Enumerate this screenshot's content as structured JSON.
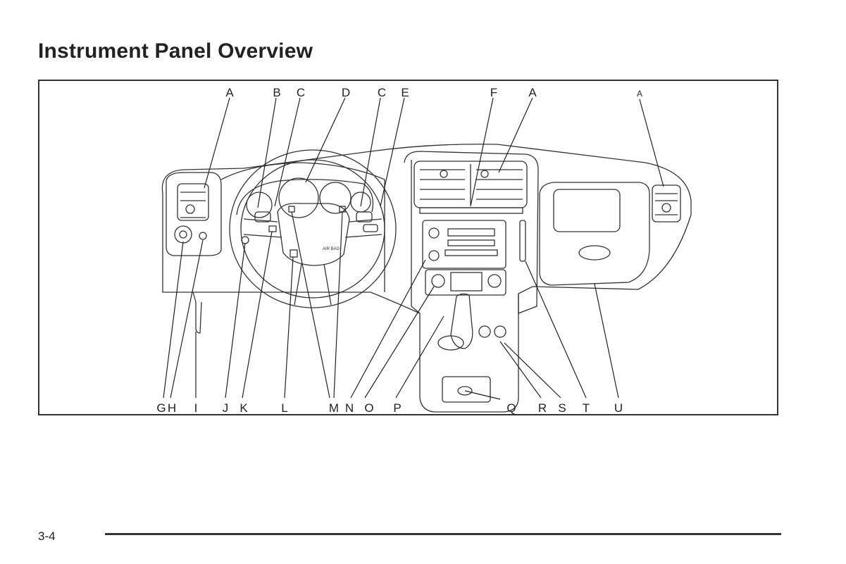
{
  "page": {
    "title": "Instrument Panel Overview",
    "page_number": "3-4"
  },
  "figure": {
    "top_callouts": [
      "A",
      "B",
      "C",
      "D",
      "C",
      "E",
      "F",
      "A",
      "A"
    ],
    "bottom_callouts": [
      "G",
      "H",
      "I",
      "J",
      "K",
      "L",
      "M",
      "N",
      "O",
      "P",
      "Q",
      "R",
      "S",
      "T",
      "U"
    ],
    "small_labels": {
      "airbag": "AIR BAG"
    }
  }
}
